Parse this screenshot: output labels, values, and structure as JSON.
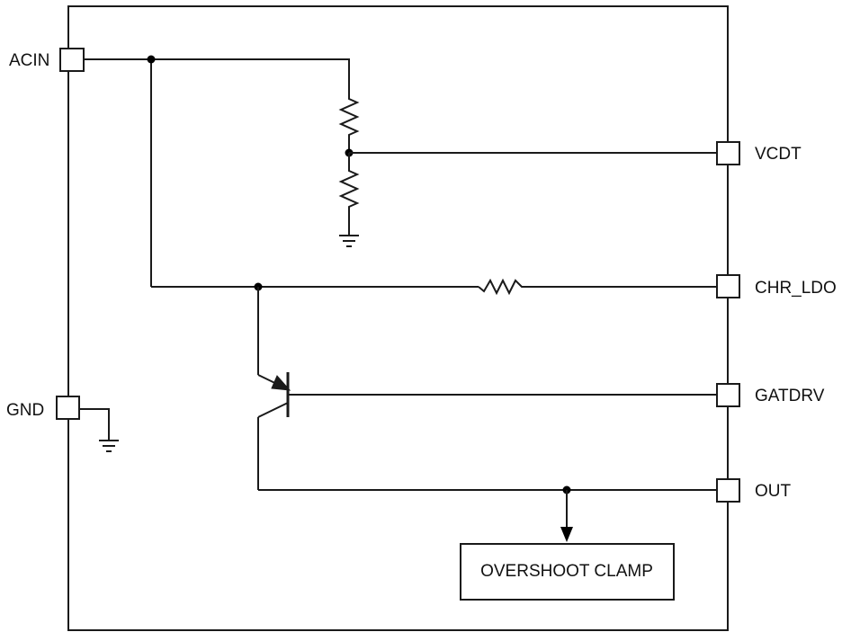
{
  "pins": {
    "acin": "ACIN",
    "gnd": "GND",
    "vcdt": "VCDT",
    "chr_ldo": "CHR_LDO",
    "gatdrv": "GATDRV",
    "out": "OUT"
  },
  "blocks": {
    "overshoot_clamp": "OVERSHOOT CLAMP"
  },
  "colors": {
    "line": "#1a1a1a",
    "background": "#ffffff"
  }
}
